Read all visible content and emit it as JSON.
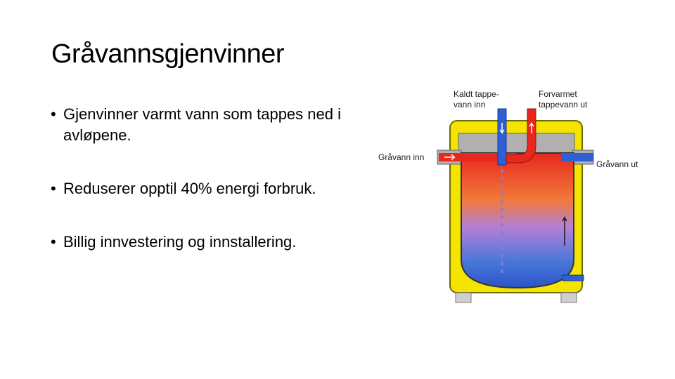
{
  "slide": {
    "title": "Gråvannsgjenvinner",
    "bullets": [
      "Gjenvinner varmt vann som tappes ned i avløpene.",
      "Reduserer opptil 40% energi forbruk.",
      "Billig innvestering og innstallering."
    ],
    "bullet_glyph": "•"
  },
  "diagram": {
    "labels": {
      "cold_in_line1": "Kaldt tappe-",
      "cold_in_line2": "vann inn",
      "warm_out_line1": "Forvarmet",
      "warm_out_line2": "tappevann ut",
      "grey_in": "Gråvann inn",
      "grey_out": "Gråvann ut"
    },
    "colors": {
      "casing": "#f5e400",
      "casing_stroke": "#6b6b00",
      "hot": "#e8281e",
      "cold": "#2e5fd6",
      "pipe_grey": "#a9a9a9",
      "coil_cold": "#5a4fc9",
      "coil_hot": "#ee6a6a"
    }
  }
}
